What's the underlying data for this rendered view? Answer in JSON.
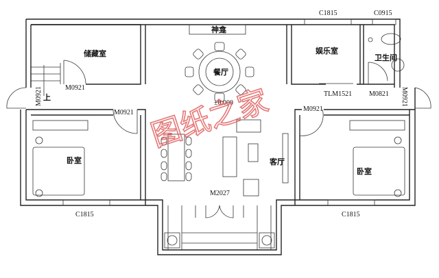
{
  "rooms": {
    "storage": "储藏室",
    "shrine": "神龛",
    "dining": "餐厅",
    "entertainment": "娱乐室",
    "bathroom": "卫生间",
    "bedroom_left": "卧室",
    "bedroom_right": "卧室",
    "living": "客厅"
  },
  "level": "±0.000",
  "stairs_up": "上",
  "doors": {
    "storage": "M0921",
    "entry_left": "M0921",
    "bedroom_left": "M0921",
    "bedroom_right": "M0921",
    "entry_right": "M0921",
    "bathroom": "M0821",
    "entertainment": "TLM1521",
    "main": "M2027"
  },
  "windows": {
    "entertainment": "C1815",
    "bathroom": "C0915",
    "bedroom_left": "C1815",
    "bedroom_right": "C1815"
  },
  "watermark": "图纸之家",
  "colors": {
    "wall": "#222222",
    "watermark": "#e06060"
  }
}
